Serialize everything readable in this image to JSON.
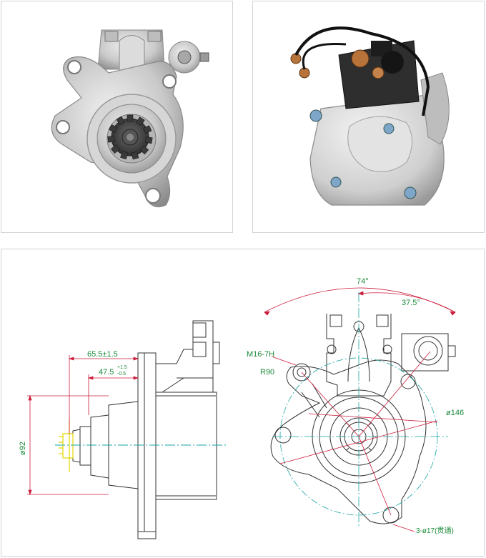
{
  "photos": {
    "front_view": {
      "subject": "starter-motor-front"
    },
    "rear_view": {
      "subject": "starter-motor-rear"
    }
  },
  "drawing": {
    "side_dims": {
      "dim_a": "65.5±1.5",
      "dim_b": "47.5",
      "dim_b_tol_upper": "+1.5",
      "dim_b_tol_lower": "-0.5",
      "dim_diameter": "ø92"
    },
    "front_dims": {
      "angle_total": "74°",
      "angle_half": "37.5°",
      "thread": "M16-7H",
      "radius": "R90",
      "bolt_circle": "ø146",
      "holes": "3-ø17(贯通)"
    }
  },
  "colors": {
    "line": "#333333",
    "dim_line": "#cc1c3b",
    "dim_text": "#1a8a3a",
    "center_line": "#1aa3a3",
    "highlight": "#e5d700",
    "panel_border": "#d3d3d3"
  }
}
